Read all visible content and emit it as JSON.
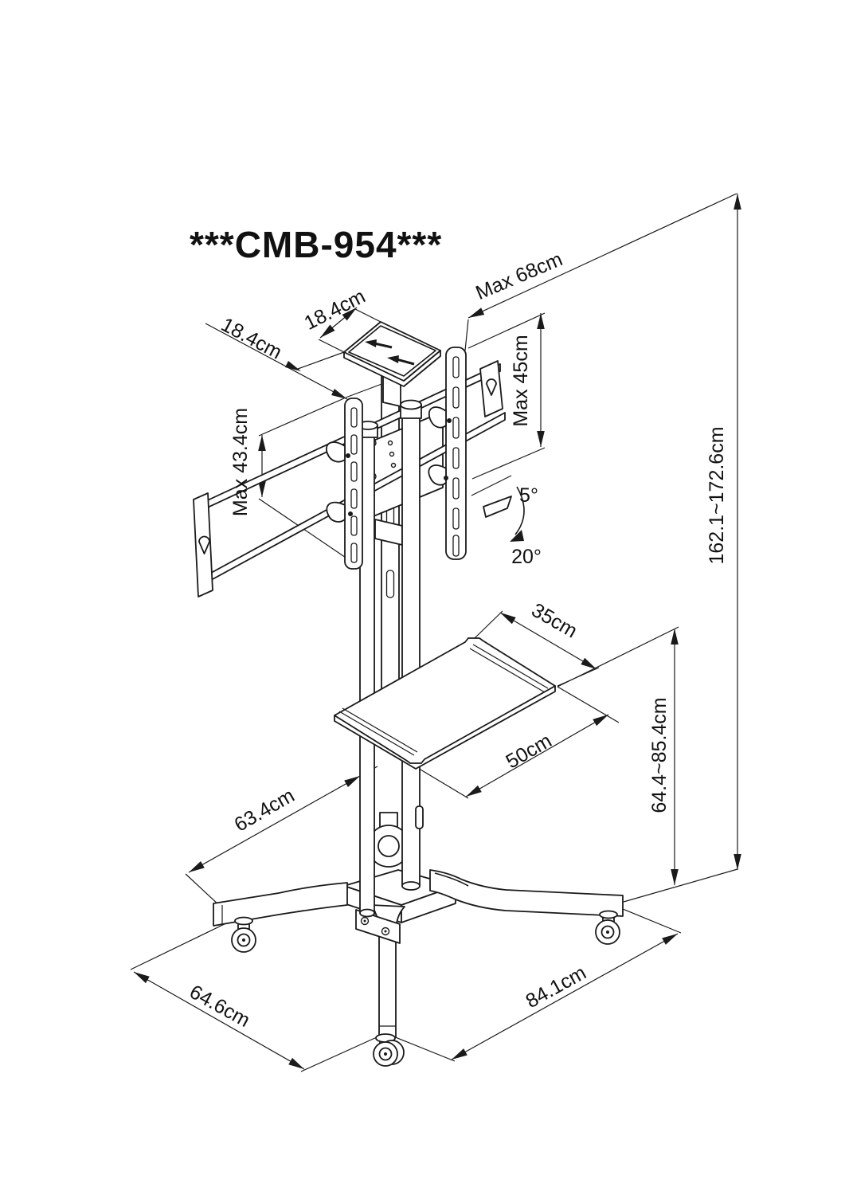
{
  "title": "***CMB-954***",
  "dimensions": {
    "tray_depth": "18.4cm",
    "tray_width": "18.4cm",
    "tv_max_width": "Max 68cm",
    "tv_max_height": "Max 45cm",
    "bracket_max_height": "Max 43.4cm",
    "overall_height": "162.1~172.6cm",
    "tilt_up": "5°",
    "tilt_down": "20°",
    "shelf_depth": "35cm",
    "shelf_width": "50cm",
    "shelf_height_range": "64.4~85.4cm",
    "base_inner_depth": "63.4cm",
    "base_depth": "64.6cm",
    "base_width": "84.1cm"
  },
  "colors": {
    "line": "#1a1a1a",
    "background": "#ffffff"
  }
}
